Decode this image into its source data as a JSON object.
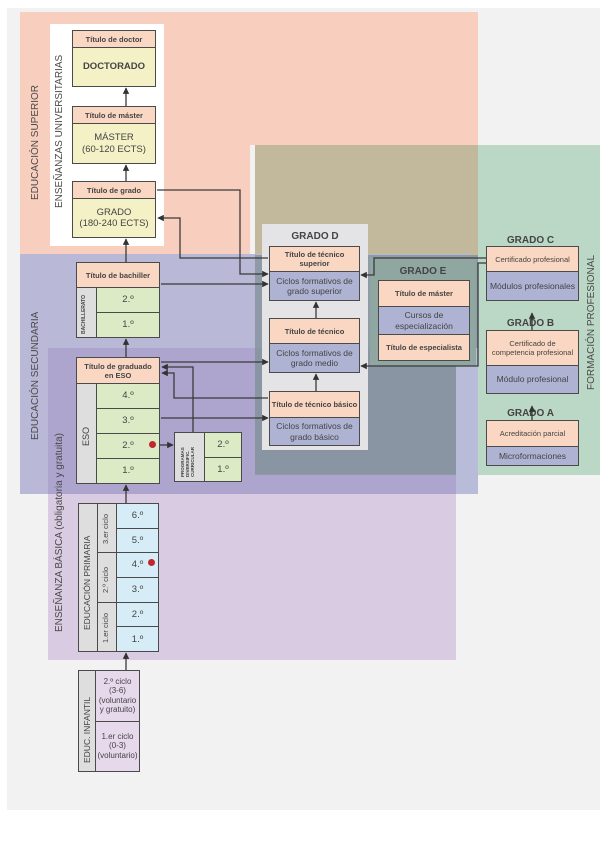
{
  "regions": {
    "educacion_superior": "EDUCACIÓN SUPERIOR",
    "ensenanzas_universitarias": "ENSEÑANZAS UNIVERSITARIAS",
    "educacion_secundaria": "EDUCACIÓN SECUNDARIA",
    "ensenanza_basica": "ENSEÑANZA BÁSICA (obligatoria y gratuita)",
    "formacion_profesional": "FORMACIÓN PROFESIONAL"
  },
  "universidad": {
    "doctorado": {
      "titulo": "Título de doctor",
      "nombre": "DOCTORADO"
    },
    "master": {
      "titulo": "Título de máster",
      "nombre": "MÁSTER",
      "creditos": "(60-120 ECTS)"
    },
    "grado": {
      "titulo": "Título de grado",
      "nombre": "GRADO",
      "creditos": "(180-240 ECTS)"
    }
  },
  "bachillerato": {
    "titulo": "Título de bachiller",
    "label": "BACHILLERATO",
    "cursos": [
      "2.º",
      "1.º"
    ]
  },
  "eso": {
    "titulo": "Título de graduado en ESO",
    "label": "ESO",
    "cursos": [
      "4.º",
      "3.º",
      "2.º",
      "1.º"
    ]
  },
  "diversificacion": {
    "label": "PROGRAMAS DIVERSIFIC. CURRICULAR",
    "cursos": [
      "2.º",
      "1.º"
    ]
  },
  "primaria": {
    "label": "EDUCACIÓN PRIMARIA",
    "ciclos": [
      "3.er ciclo",
      "2.º ciclo",
      "1.er ciclo"
    ],
    "cursos": [
      "6.º",
      "5.º",
      "4.º",
      "3.º",
      "2.º",
      "1.º"
    ]
  },
  "infantil": {
    "label": "EDUC. INFANTIL",
    "ciclos": [
      {
        "nombre": "2.º ciclo",
        "edad": "(3-6)",
        "nota": "(voluntario y gratuito)"
      },
      {
        "nombre": "1.er ciclo",
        "edad": "(0-3)",
        "nota": "(voluntario)"
      }
    ]
  },
  "grado_d": {
    "title": "GRADO D",
    "superior": {
      "titulo": "Título de técnico superior",
      "ciclo": "Ciclos formativos de grado superior"
    },
    "medio": {
      "titulo": "Título de técnico",
      "ciclo": "Ciclos formativos de grado medio"
    },
    "basico": {
      "titulo": "Título de técnico básico",
      "ciclo": "Ciclos formativos de grado básico"
    }
  },
  "grado_e": {
    "title": "GRADO E",
    "titulo_master": "Título de máster",
    "cursos": "Cursos de especialización",
    "titulo_especialista": "Título de especialista"
  },
  "grado_c": {
    "title": "GRADO C",
    "certificado": "Certificado profesional",
    "modulos": "Módulos profesionales"
  },
  "grado_b": {
    "title": "GRADO B",
    "certificado": "Certificado de competencia profesional",
    "modulo": "Módulo profesional"
  },
  "grado_a": {
    "title": "GRADO A",
    "acreditacion": "Acreditación parcial",
    "micro": "Microformaciones"
  },
  "colors": {
    "superior": "#f8cfbf",
    "secundaria": "#b9b8d6",
    "basica": "#d9cbe1",
    "fp": "#bbd7c6",
    "marker": "#c0262c"
  }
}
